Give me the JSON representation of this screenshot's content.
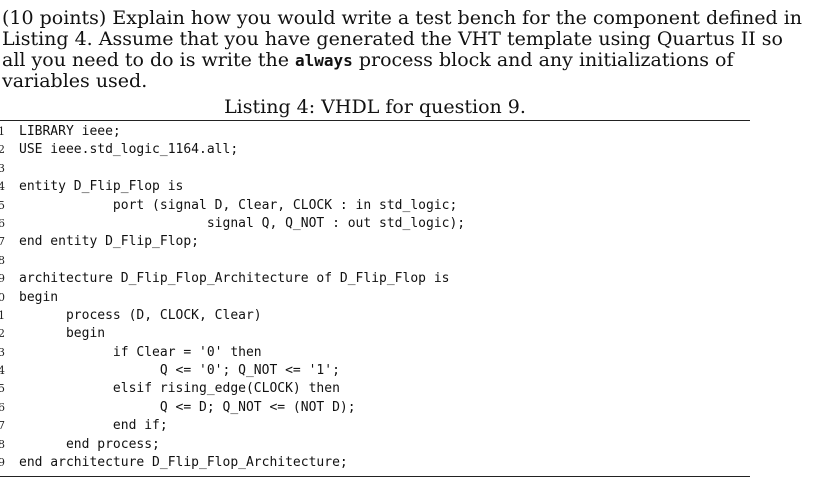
{
  "question": {
    "prefix": "(10 points) Explain how you would write a test bench for the component defined in Listing 4. Assume that you have generated the VHT template using Quartus II so all you need to do is write the ",
    "keyword": "always",
    "suffix": " process block and any initializations of variables used."
  },
  "listing": {
    "caption": "Listing 4: VHDL for question 9.",
    "lines": [
      {
        "n": "1",
        "code": "LIBRARY ieee;"
      },
      {
        "n": "2",
        "code": "USE ieee.std_logic_1164.all;"
      },
      {
        "n": "3",
        "code": ""
      },
      {
        "n": "4",
        "code": "entity D_Flip_Flop is"
      },
      {
        "n": "5",
        "code": "            port (signal D, Clear, CLOCK : in std_logic;"
      },
      {
        "n": "6",
        "code": "                        signal Q, Q_NOT : out std_logic);"
      },
      {
        "n": "7",
        "code": "end entity D_Flip_Flop;"
      },
      {
        "n": "8",
        "code": ""
      },
      {
        "n": "9",
        "code": "architecture D_Flip_Flop_Architecture of D_Flip_Flop is"
      },
      {
        "n": "0",
        "code": "begin"
      },
      {
        "n": "1",
        "code": "      process (D, CLOCK, Clear)"
      },
      {
        "n": "2",
        "code": "      begin"
      },
      {
        "n": "3",
        "code": "            if Clear = '0' then"
      },
      {
        "n": "4",
        "code": "                  Q <= '0'; Q_NOT <= '1';"
      },
      {
        "n": "5",
        "code": "            elsif rising_edge(CLOCK) then"
      },
      {
        "n": "6",
        "code": "                  Q <= D; Q_NOT <= (NOT D);"
      },
      {
        "n": "7",
        "code": "            end if;"
      },
      {
        "n": "8",
        "code": "      end process;"
      },
      {
        "n": "9",
        "code": "end architecture D_Flip_Flop_Architecture;"
      }
    ]
  }
}
